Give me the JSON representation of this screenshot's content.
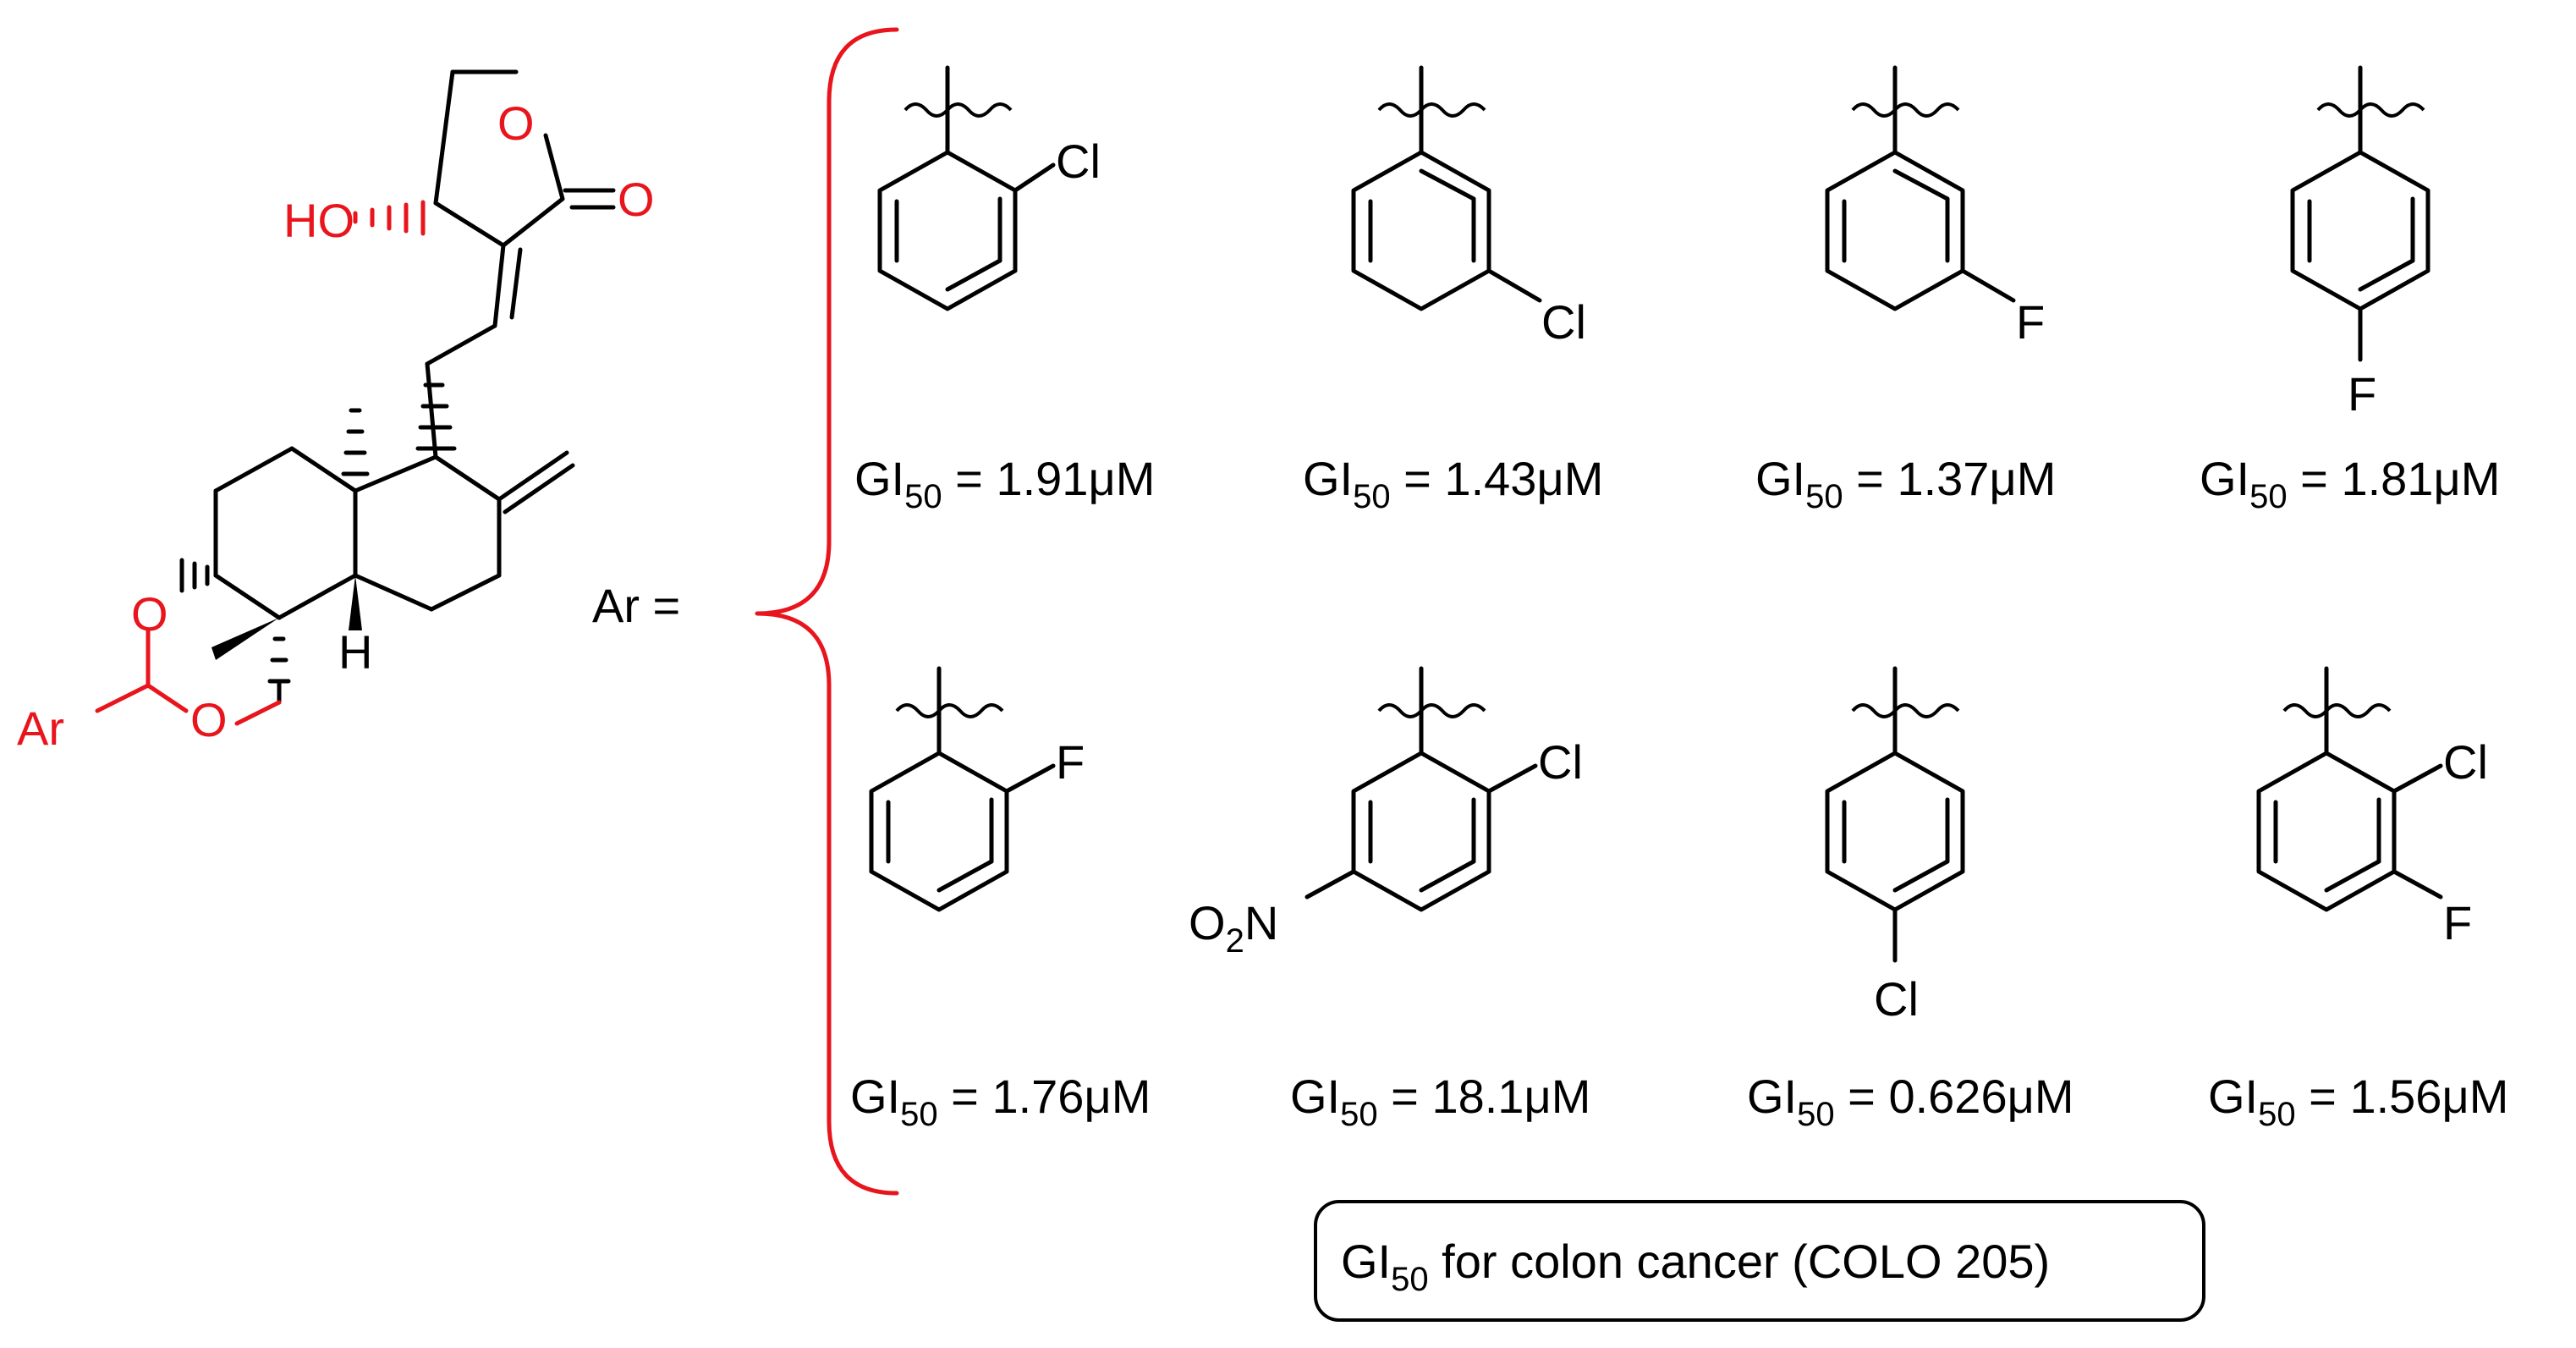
{
  "scaffold": {
    "labels": {
      "O_lactone_ring": "O",
      "O_carbonyl": "O",
      "HO": "HO",
      "H": "H",
      "O_acetal_top": "O",
      "O_acetal_bottom": "O",
      "Ar": "Ar"
    },
    "ar_equals": "Ar ="
  },
  "substituents": [
    {
      "labels": [
        "Cl"
      ],
      "gi_prefix": "GI",
      "gi_sub": "50",
      "gi_value": " = 1.91μM"
    },
    {
      "labels": [
        "Cl"
      ],
      "gi_prefix": "GI",
      "gi_sub": "50",
      "gi_value": " = 1.43μM"
    },
    {
      "labels": [
        "F"
      ],
      "gi_prefix": "GI",
      "gi_sub": "50",
      "gi_value": " = 1.37μM"
    },
    {
      "labels": [
        "F"
      ],
      "gi_prefix": "GI",
      "gi_sub": "50",
      "gi_value": " = 1.81μM"
    },
    {
      "labels": [
        "F"
      ],
      "gi_prefix": "GI",
      "gi_sub": "50",
      "gi_value": " = 1.76μM"
    },
    {
      "labels": [
        "Cl",
        "O",
        "2",
        "N"
      ],
      "gi_prefix": "GI",
      "gi_sub": "50",
      "gi_value": " = 18.1μM"
    },
    {
      "labels": [
        "Cl"
      ],
      "gi_prefix": "GI",
      "gi_sub": "50",
      "gi_value": " = 0.626μM"
    },
    {
      "labels": [
        "Cl",
        "F"
      ],
      "gi_prefix": "GI",
      "gi_sub": "50",
      "gi_value": " = 1.56μM"
    }
  ],
  "note": {
    "prefix": "GI",
    "sub": "50",
    "text": " for colon cancer (COLO 205)"
  },
  "colors": {
    "highlight": "#e8151d",
    "ink": "#000000"
  }
}
